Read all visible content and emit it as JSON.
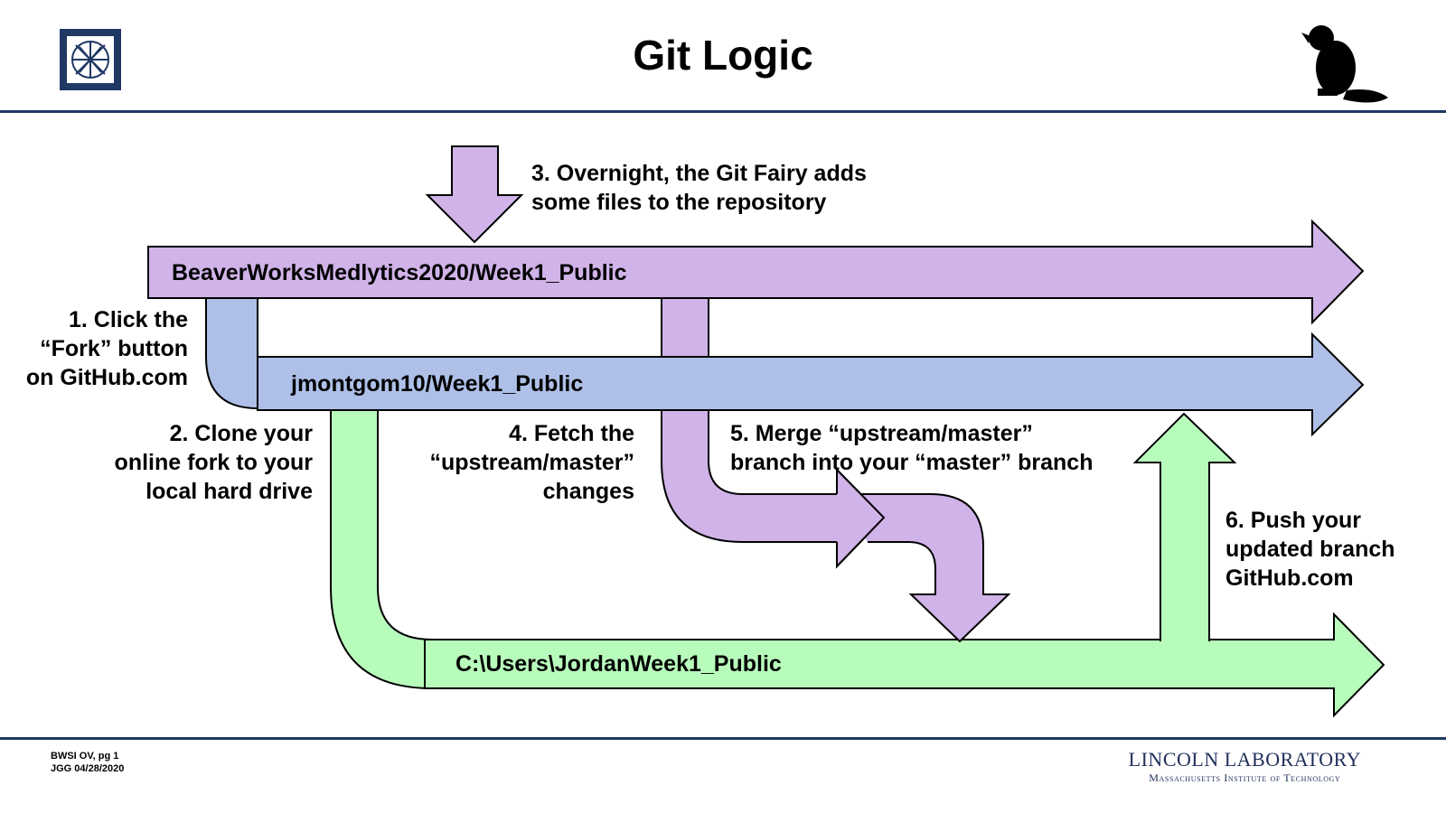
{
  "header": {
    "title": "Git Logic"
  },
  "colors": {
    "upstream": "#d0b3e8",
    "fork": "#aec0e8",
    "local": "#b8fcbc",
    "rule": "#1f3864",
    "stroke": "#000000"
  },
  "icons": {
    "left_logo": "mit-seal-icon",
    "right_logo": "beaver-icon"
  },
  "bars": {
    "upstream": "BeaverWorksMedlytics2020/Week1_Public",
    "fork": "jmontgom10/Week1_Public",
    "local": "C:\\Users\\JordanWeek1_Public"
  },
  "steps": {
    "s1": "1. Click the\n“Fork” button\non GitHub.com",
    "s2": "2. Clone your\nonline fork to your\nlocal hard drive",
    "s3": "3. Overnight, the Git Fairy adds\nsome files to the repository",
    "s4": "4. Fetch the\n“upstream/master”\nchanges",
    "s5": "5. Merge “upstream/master”\nbranch into your “master” branch",
    "s6": "6. Push your\nupdated branch\nGitHub.com"
  },
  "footer": {
    "line1": "BWSI OV, pg 1",
    "line2": "JGG 04/28/2020",
    "org1": "LINCOLN LABORATORY",
    "org2": "Massachusetts Institute of Technology"
  }
}
